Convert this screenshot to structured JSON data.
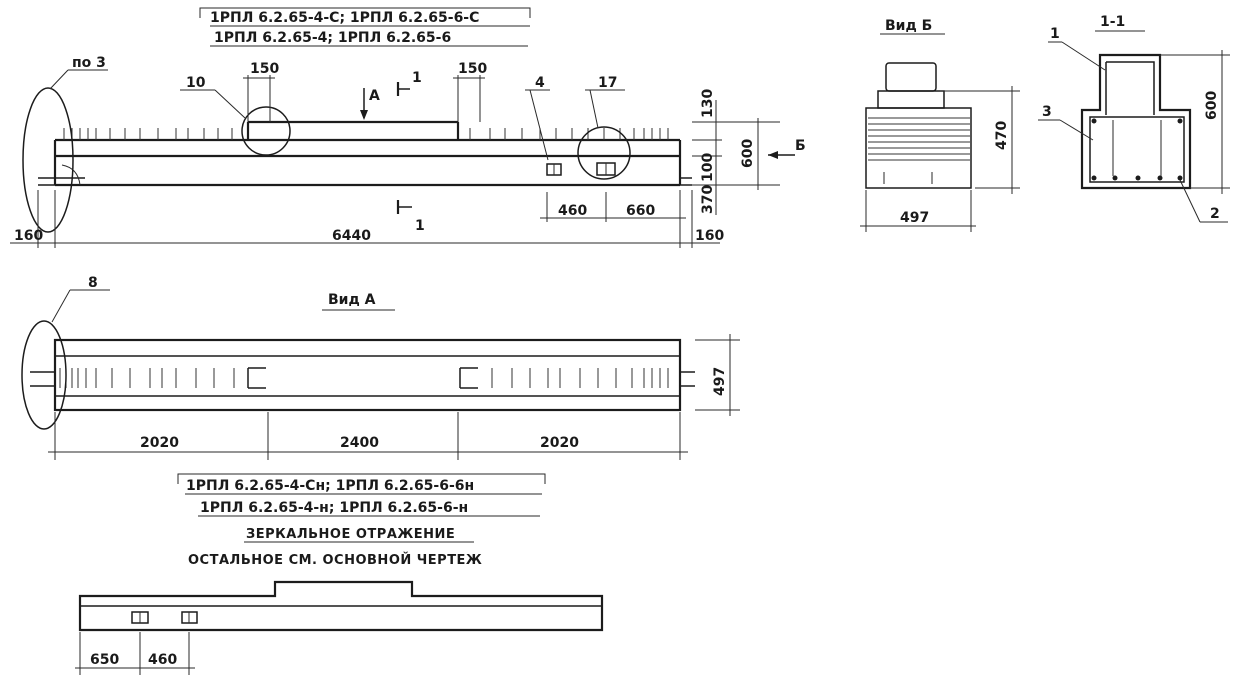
{
  "top_title": {
    "line1": "1РПЛ 6.2.65-4-С;  1РПЛ 6.2.65-6-С",
    "line2": "1РПЛ 6.2.65-4;  1РПЛ 6.2.65-6"
  },
  "main_elevation": {
    "callouts": [
      "по 3",
      "10",
      "4",
      "17"
    ],
    "view_marker": "А",
    "section_marker": "1",
    "view_b_arrow": "Б",
    "dims": {
      "top_left": "150",
      "top_right": "150",
      "right_130": "130",
      "right_100": "100",
      "right_370": "370",
      "right_600": "600",
      "bottom_460": "460",
      "bottom_660": "660",
      "left_160": "160",
      "overall": "6440",
      "right_160": "160"
    }
  },
  "view_b": {
    "title": "Вид Б",
    "dim_height": "470",
    "dim_width": "497"
  },
  "section_1_1": {
    "title": "1-1",
    "callouts": [
      "1",
      "3",
      "2"
    ],
    "dim_height": "600"
  },
  "plan_view": {
    "title": "Вид А",
    "callout": "8",
    "dims": [
      "2020",
      "2400",
      "2020"
    ],
    "dim_width": "497"
  },
  "mirror_note": {
    "line1": "1РПЛ 6.2.65-4-Сн;  1РПЛ 6.2.65-6-6н",
    "line2": "1РПЛ 6.2.65-4-н;  1РПЛ 6.2.65-6-н",
    "line3": "ЗЕРКАЛЬНОЕ   ОТРАЖЕНИЕ",
    "line4": "ОСТАЛЬНОЕ  СМ.  ОСНОВНОЙ  ЧЕРТЕЖ"
  },
  "mirror_elevation": {
    "dims": [
      "650",
      "460"
    ]
  }
}
